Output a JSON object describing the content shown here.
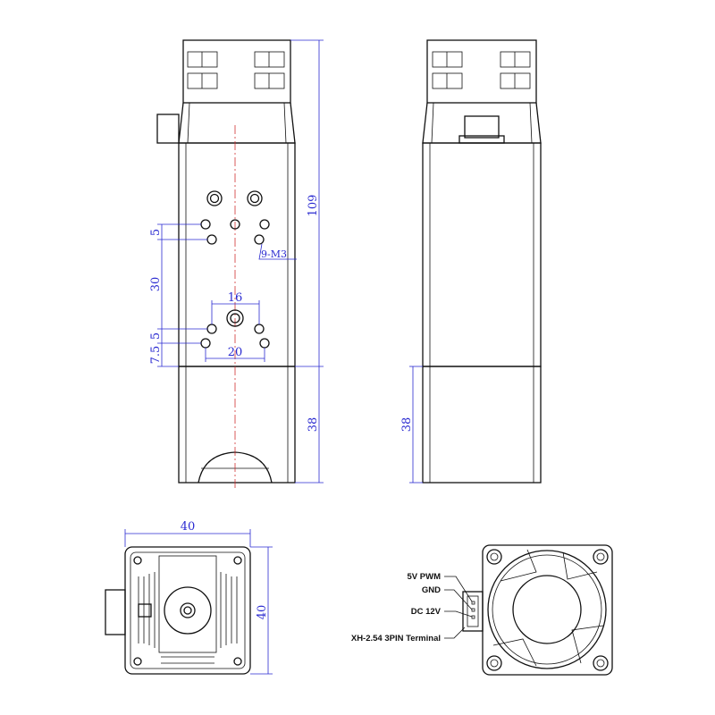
{
  "title": "Laser module dimension drawing",
  "dimensions": {
    "total_length": "109",
    "lower_length": "38",
    "side_lower_length": "38",
    "hole_spacing_top": "5",
    "hole_spacing_mid": "30",
    "hole_spacing_low": "5",
    "bottom_offset": "7.5",
    "hole_width_16": "16",
    "hole_width_20": "20",
    "thread_note": "9-M3",
    "width": "40",
    "height": "40"
  },
  "fan_labels": {
    "pwm": "5V PWM",
    "gnd": "GND",
    "dc": "DC 12V",
    "terminal": "XH-2.54 3PIN Terminal"
  },
  "colors": {
    "dimension": "#2a2ad0",
    "centerline": "#d03030",
    "outline": "#111111"
  }
}
